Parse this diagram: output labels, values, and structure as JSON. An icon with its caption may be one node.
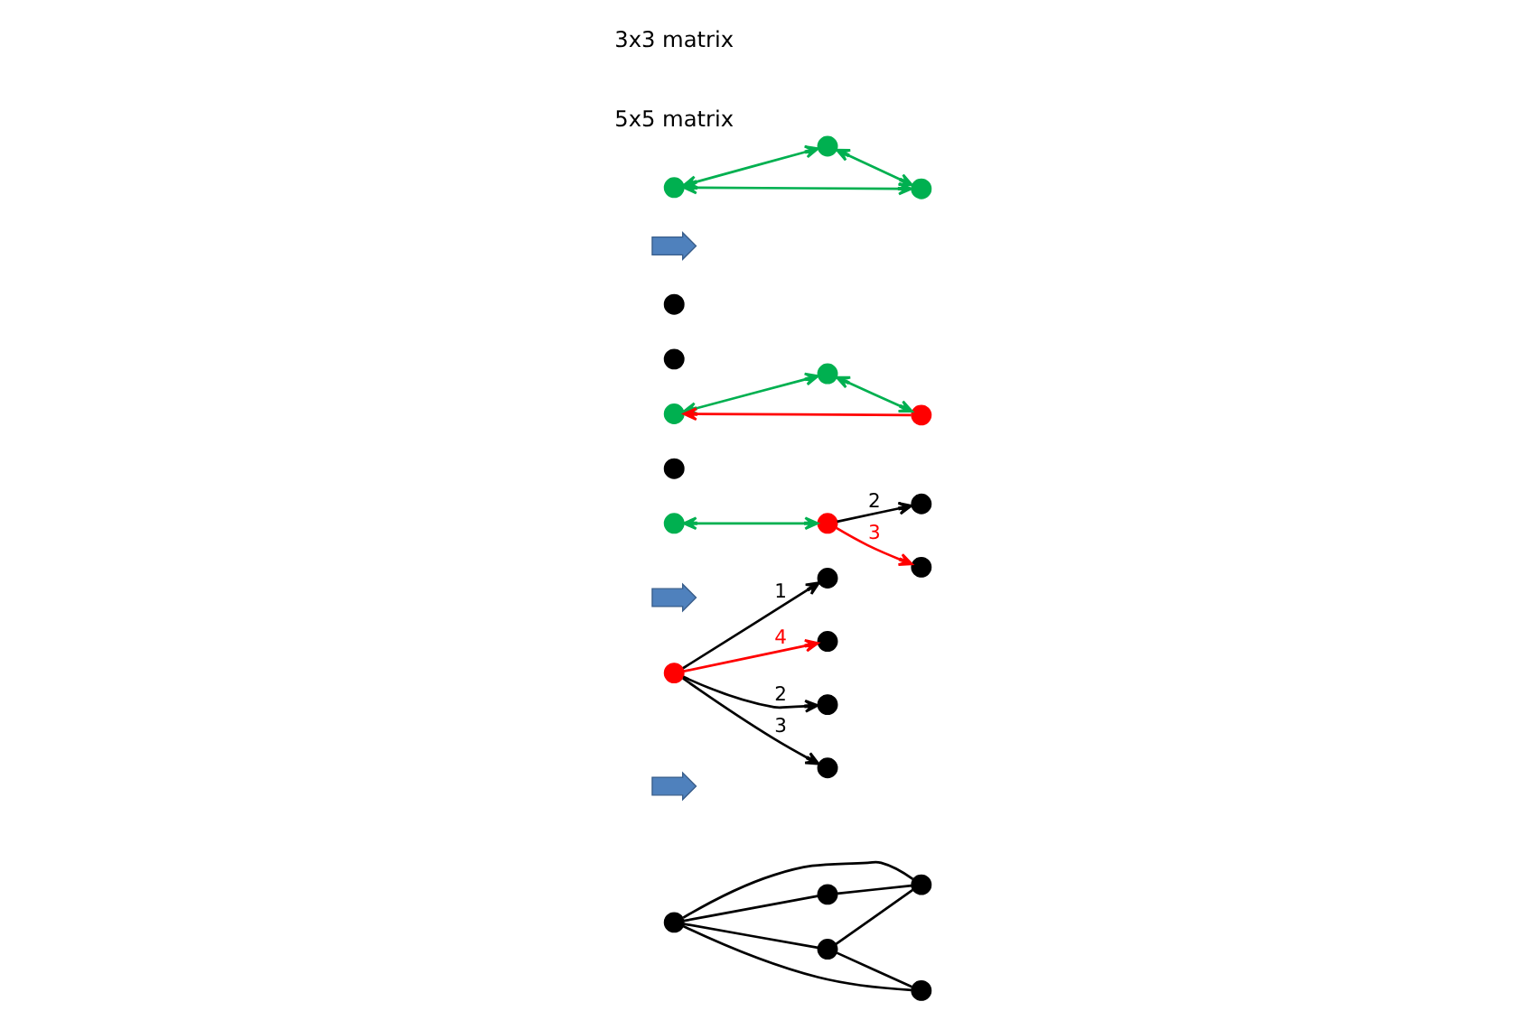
{
  "diagram": {
    "nodes": [
      {
        "text": [],
        "shape": "circle"
      },
      {
        "text": [],
        "shape": "circle"
      },
      {
        "text": [],
        "shape": "circle"
      },
      {
        "text": [],
        "shape": "circle"
      },
      {
        "text": [],
        "shape": "circle"
      },
      {
        "text": [],
        "shape": "arrow"
      },
      {
        "text": [],
        "shape": "circle"
      },
      {
        "text": [],
        "shape": "circle"
      },
      {
        "text": [],
        "shape": "circle"
      },
      {
        "text": [],
        "shape": "circle"
      },
      {
        "text": [],
        "shape": "circle"
      },
      {
        "text": [],
        "shape": "arrow"
      },
      {
        "text": [],
        "shape": "circle"
      },
      {
        "text": [],
        "shape": "circle"
      },
      {
        "text": [],
        "shape": "circle"
      },
      {
        "text": [],
        "shape": "circle"
      },
      {
        "text": [],
        "shape": "circle"
      },
      {
        "text": [],
        "shape": "circle"
      },
      {
        "text": [],
        "shape": "circle"
      },
      {
        "text": [],
        "shape": "circle"
      },
      {
        "text": [],
        "shape": "circle"
      },
      {
        "text": [],
        "shape": "circle"
      },
      {
        "text": [],
        "shape": "arrow"
      },
      {
        "text": [],
        "shape": "circle"
      },
      {
        "text": [],
        "shape": "circle"
      },
      {
        "text": [],
        "shape": "circle"
      }
    ],
    "edges": [
      {
        "from": 0,
        "to": 1,
        "arrow": "none"
      },
      {
        "from": 0,
        "to": 2,
        "arrow": "none"
      },
      {
        "from": 0,
        "to": 3,
        "arrow": "none"
      },
      {
        "from": 0,
        "to": 4,
        "arrow": "none"
      },
      {
        "from": 1,
        "to": 3,
        "arrow": "none"
      },
      {
        "from": 2,
        "to": 3,
        "arrow": "none"
      },
      {
        "from": 2,
        "to": 4,
        "arrow": "none"
      },
      {
        "from": 6,
        "to": 7,
        "arrow": "to",
        "label": "1"
      },
      {
        "from": 6,
        "to": 9,
        "arrow": "to",
        "label": "2"
      },
      {
        "from": 6,
        "to": 10,
        "arrow": "to",
        "label": "3"
      },
      {
        "from": 6,
        "to": 8,
        "arrow": "to",
        "label": "4",
        "color": "#ff0000"
      },
      {
        "from": 12,
        "to": 14,
        "arrow": "both",
        "color": "#00b050"
      },
      {
        "from": 14,
        "to": 15,
        "arrow": "to",
        "label": "2"
      },
      {
        "from": 14,
        "to": 16,
        "arrow": "to",
        "label": "3",
        "color": "#ff0000"
      },
      {
        "from": 17,
        "to": 19,
        "arrow": "both",
        "color": "#00b050"
      },
      {
        "from": 21,
        "to": 17,
        "arrow": "to",
        "color": "#ff0000"
      },
      {
        "from": 19,
        "to": 21,
        "arrow": "both",
        "color": "#00b050"
      },
      {
        "from": 23,
        "to": 24,
        "arrow": "both",
        "color": "#00b050"
      },
      {
        "from": 23,
        "to": 25,
        "arrow": "both",
        "color": "#00b050"
      },
      {
        "from": 24,
        "to": 25,
        "arrow": "both",
        "color": "#00b050"
      }
    ],
    "labels": [
      "5x5 matrix",
      "3x3 matrix"
    ]
  }
}
